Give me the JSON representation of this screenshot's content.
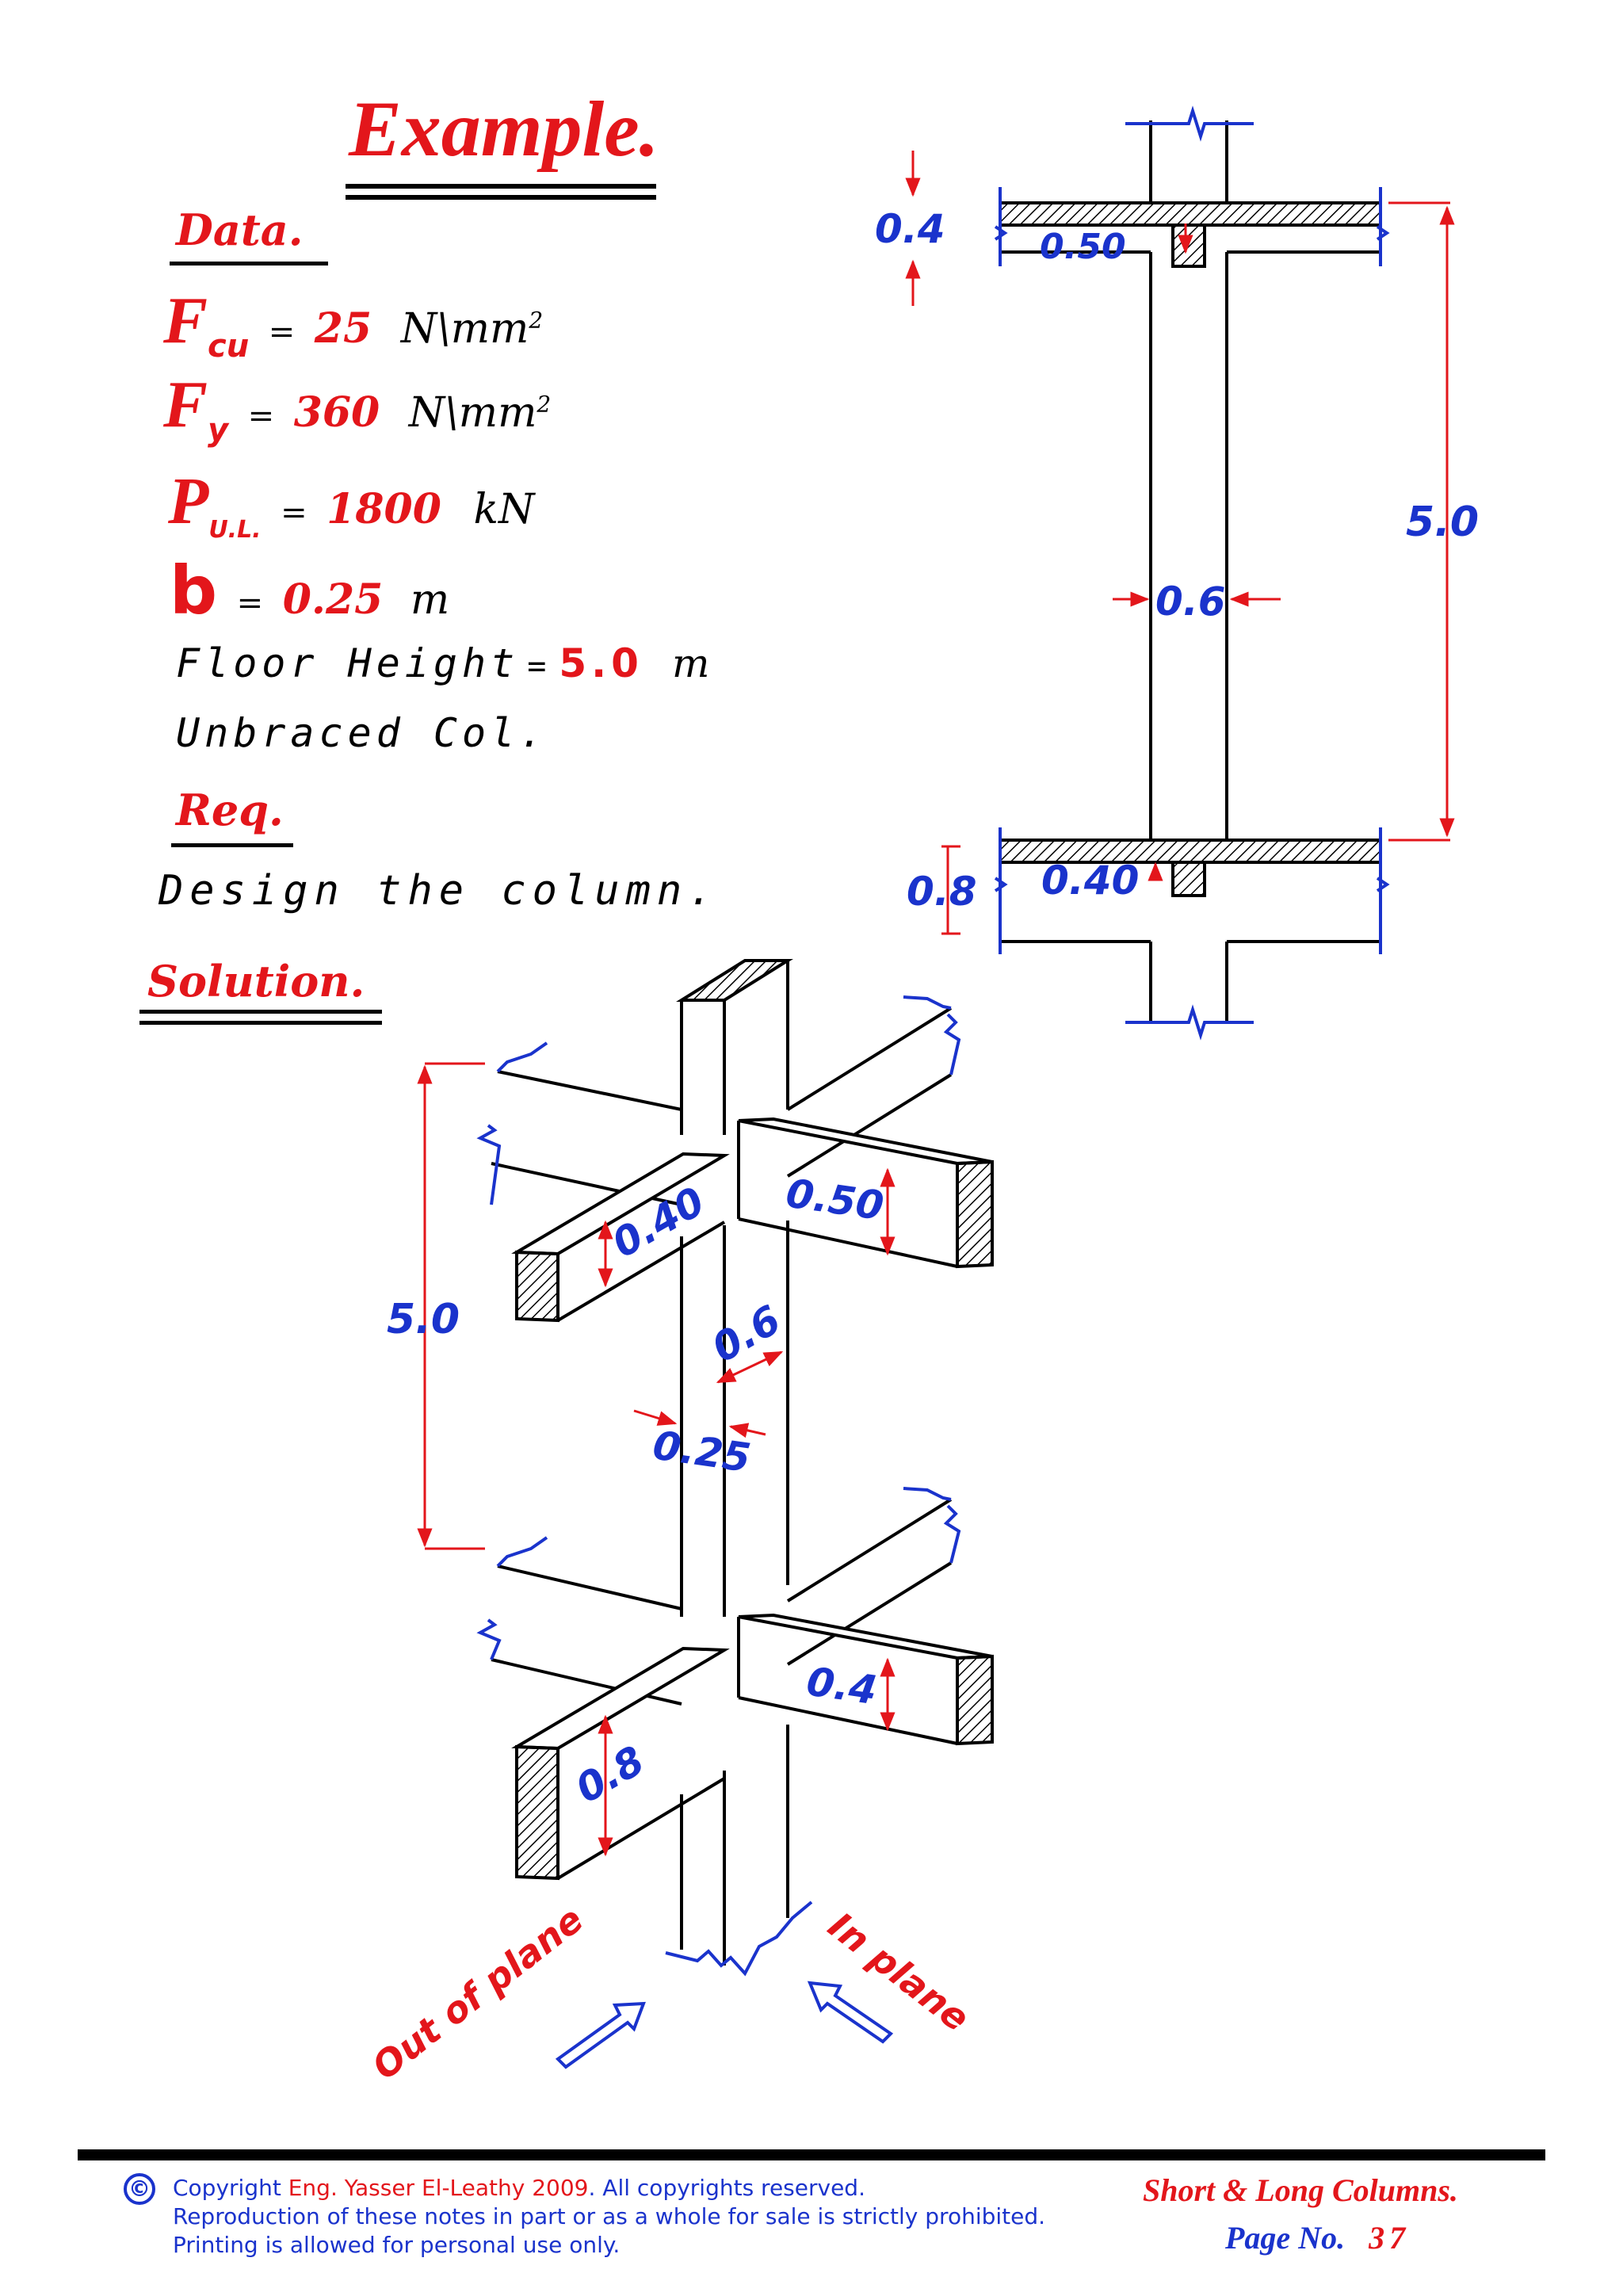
{
  "heading": {
    "title": "Example."
  },
  "data_section": {
    "label": "Data.",
    "fcu": {
      "symbol": "F",
      "sub": "cu",
      "value": "25",
      "unit": "N\\mm",
      "sup": "2"
    },
    "fy": {
      "symbol": "F",
      "sub": "y",
      "value": "360",
      "unit": "N\\mm",
      "sup": "2"
    },
    "pul": {
      "symbol": "P",
      "sub": "U.L.",
      "value": "1800",
      "unit": "kN"
    },
    "b": {
      "symbol": "b",
      "value": "0.25",
      "unit": "m"
    },
    "floor_height": {
      "label": "Floor Height",
      "value": "5.0",
      "unit": "m"
    },
    "bracing": "Unbraced Col."
  },
  "req_section": {
    "label": "Req.",
    "text": "Design the column."
  },
  "solution_section": {
    "label": "Solution."
  },
  "elevation": {
    "slab_top": "0.4",
    "beam_top": "0.50",
    "height": "5.0",
    "column_depth": "0.6",
    "slab_bottom": "0.8",
    "beam_bottom": "0.40"
  },
  "isometric": {
    "beam_a": "0.40",
    "beam_b": "0.50",
    "height": "5.0",
    "col_depth": "0.6",
    "col_width": "0.25",
    "beam_c": "0.4",
    "beam_d": "0.8",
    "out_of_plane": "Out of plane",
    "in_plane": "In plane"
  },
  "footer": {
    "copyright_symbol": "©",
    "line1_prefix": "Copyright",
    "author": "Eng. Yasser El-Leathy 2009",
    "line1_suffix": ". All copyrights reserved.",
    "line2": "Reproduction of these notes in part or as a whole for sale is strictly prohibited.",
    "line3": "Printing is allowed for personal use only.",
    "chapter": "Short & Long Columns.",
    "page_label": "Page No.",
    "page_number": "37"
  },
  "colors": {
    "red": "#e3161b",
    "blue": "#1a33cc",
    "black": "#000000"
  }
}
